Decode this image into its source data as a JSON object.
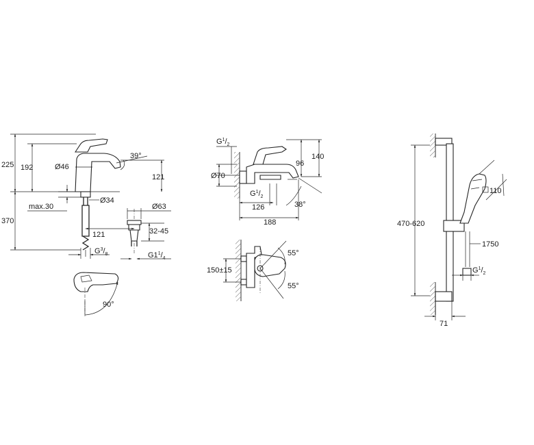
{
  "basin_mixer": {
    "dims": [
      "225",
      "192",
      "Ø46",
      "39°",
      "121",
      "Ø34",
      "max.30",
      "370",
      "Ø63",
      "121",
      "32-45"
    ],
    "thread_left": {
      "main": "G",
      "num": "3",
      "den": "8"
    },
    "thread_right": {
      "main": "G1",
      "num": "1",
      "den": "4"
    },
    "angle": "90°"
  },
  "bath_mixer": {
    "thread_top": {
      "main": "G",
      "num": "1",
      "den": "2"
    },
    "thread_mid": {
      "main": "G",
      "num": "1",
      "den": "2"
    },
    "dims": [
      "140",
      "96",
      "Ø70",
      "126",
      "38°",
      "188"
    ],
    "spacing": "150±15",
    "angles": [
      "55°",
      "55°"
    ]
  },
  "shower_set": {
    "dims": [
      "110",
      "470-620",
      "1750",
      "71"
    ],
    "thread": {
      "main": "G",
      "num": "1",
      "den": "2"
    }
  }
}
